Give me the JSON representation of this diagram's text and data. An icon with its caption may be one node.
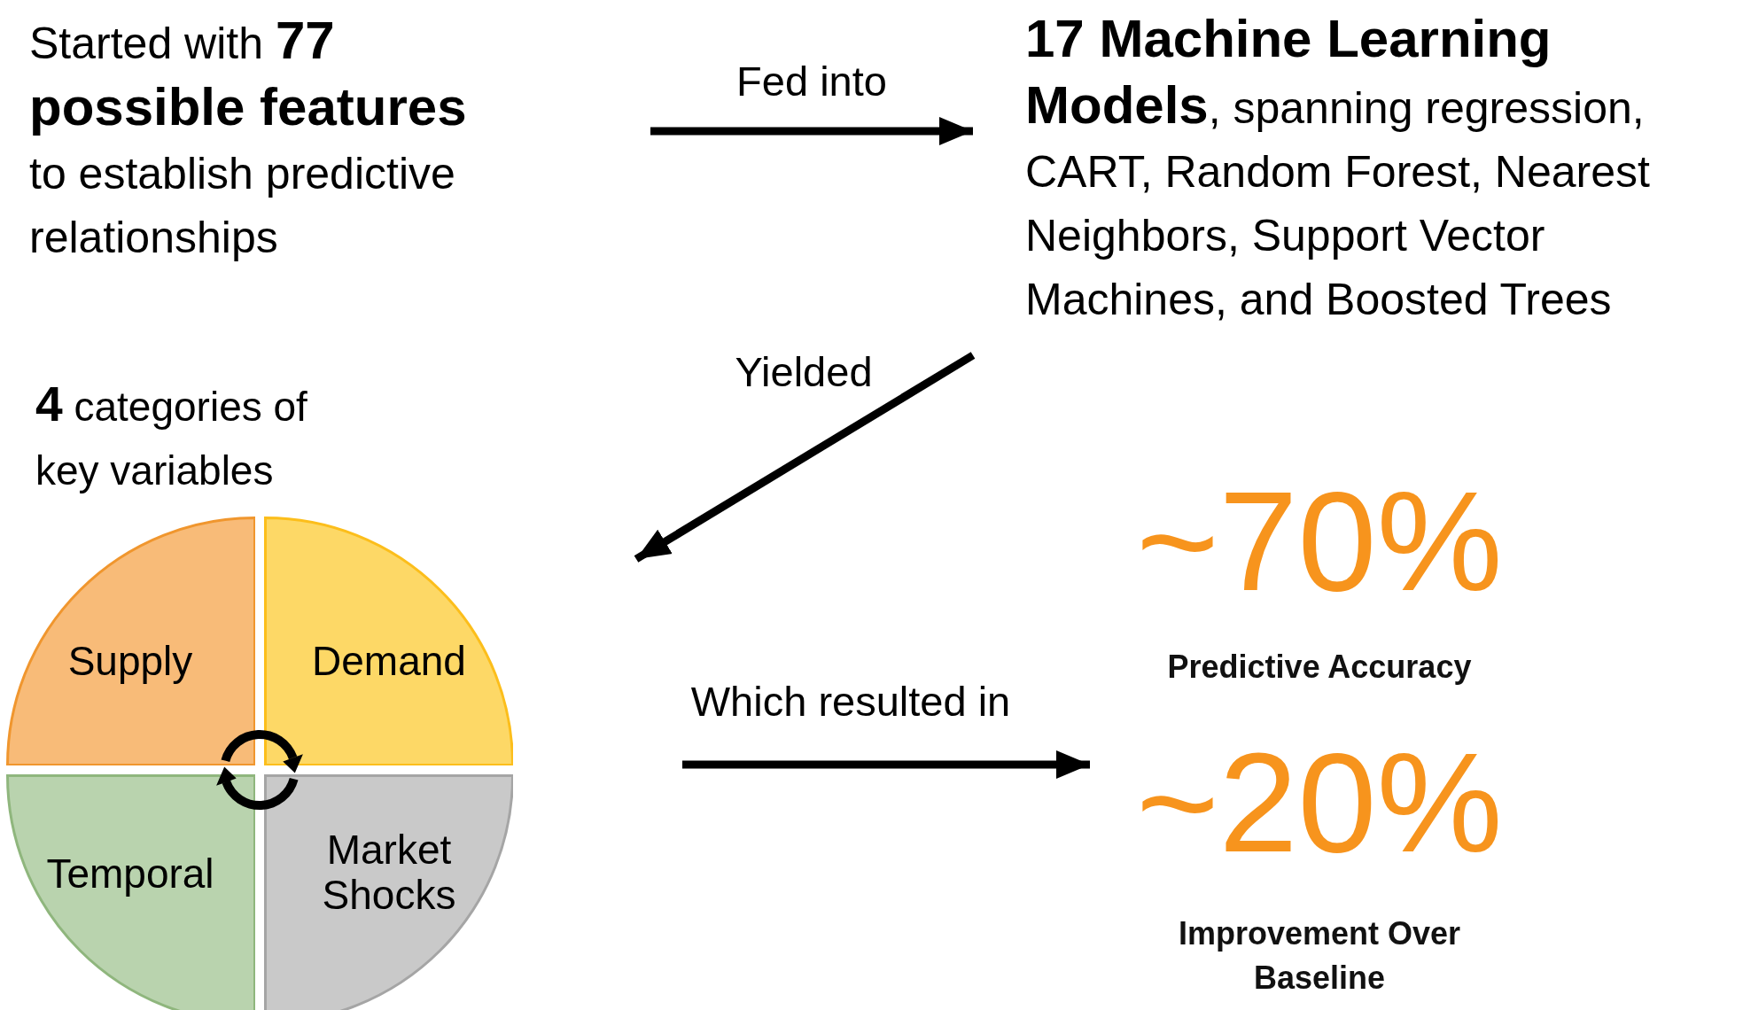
{
  "diagram": {
    "nodes": [
      {
        "text": [
          "Started with **77 possible features** to establish predictive relationships"
        ]
      },
      {
        "text": [
          "**17 Machine Learning Models**, spanning regression, CART, Random Forest, Nearest Neighbors, Support Vector Machines, and Boosted Trees"
        ]
      },
      {
        "text": [
          "**4** categories of key variables"
        ]
      },
      {
        "text": [
          "Supply"
        ]
      },
      {
        "text": [
          "Demand"
        ]
      },
      {
        "text": [
          "Temporal"
        ]
      },
      {
        "text": [
          "Market Shocks"
        ]
      },
      {
        "text": [
          "~70%",
          "Predictive Accuracy"
        ]
      },
      {
        "text": [
          "~20%",
          "Improvement Over Baseline"
        ]
      }
    ],
    "edges": [
      {
        "from": null,
        "to": 1,
        "arrow": "to",
        "label": "Fed into"
      },
      {
        "from": 1,
        "to": null,
        "arrow": "to",
        "label": "Yielded"
      },
      {
        "from": null,
        "to": 8,
        "arrow": "to",
        "label": "Which resulted in"
      }
    ]
  }
}
